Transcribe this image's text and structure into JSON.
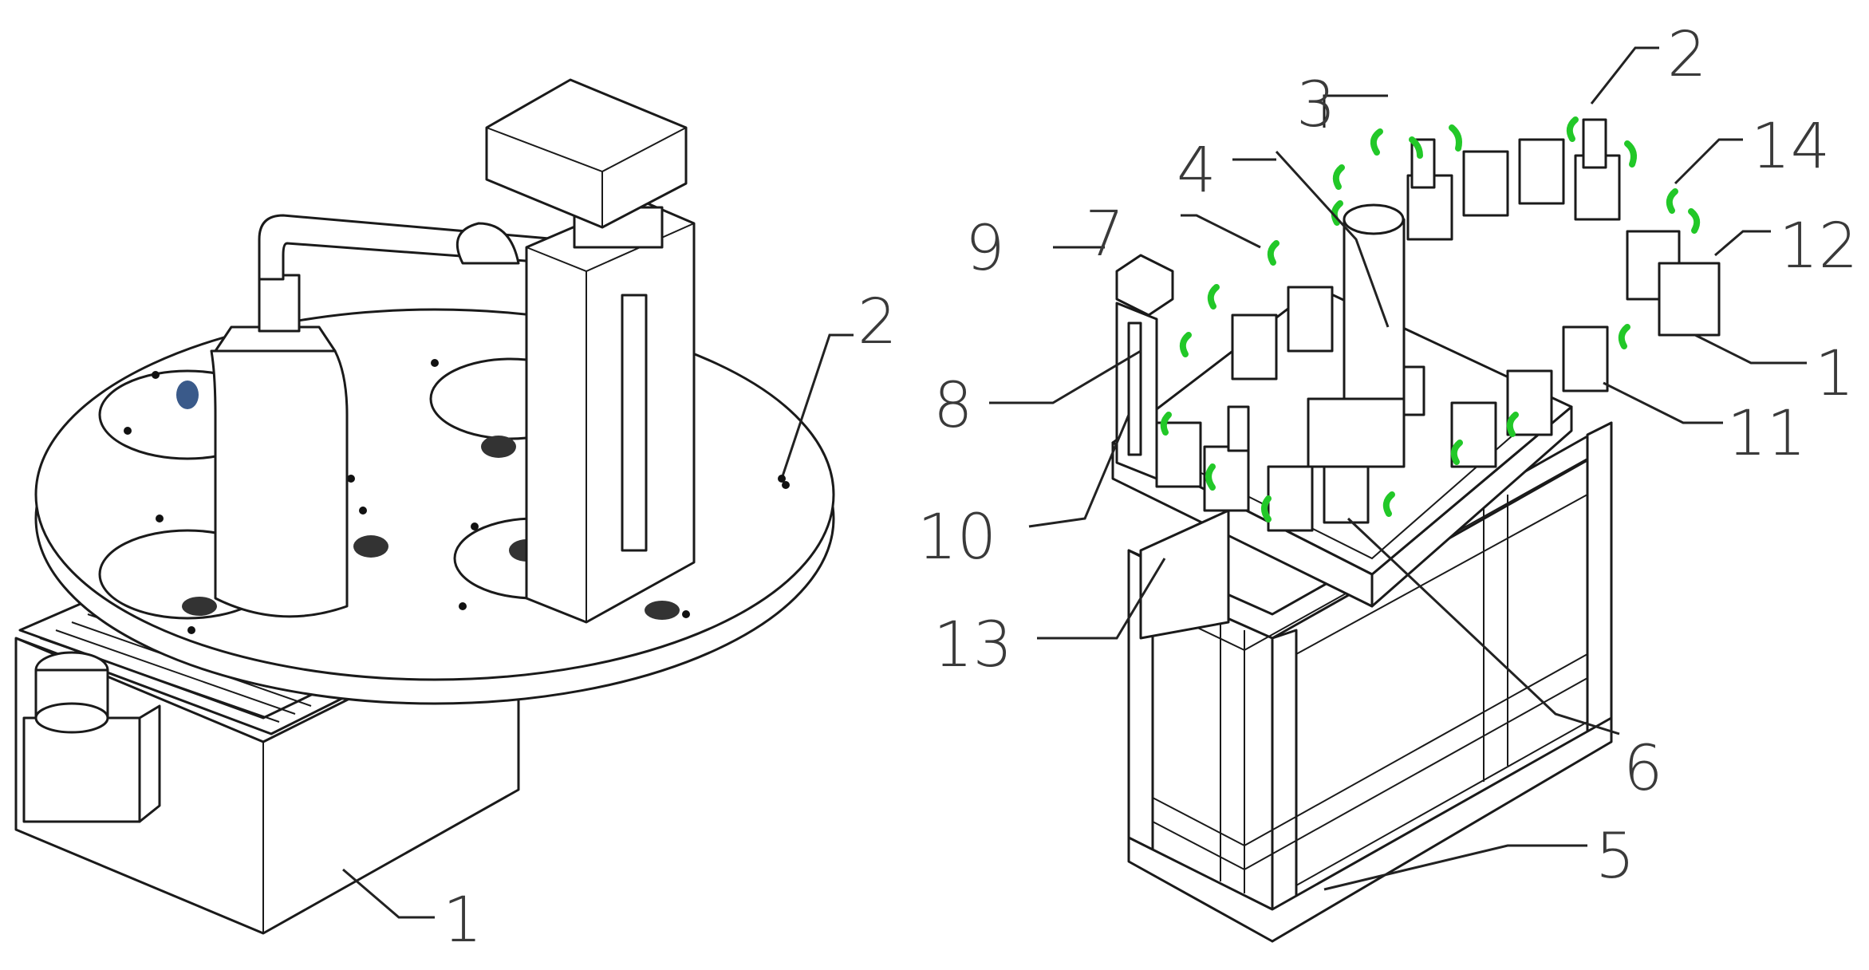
{
  "figure": {
    "left_labels": {
      "base": "1",
      "turntable": "2"
    },
    "right_labels": {
      "l1": "1",
      "l2": "2",
      "l3": "3",
      "l4": "4",
      "l5": "5",
      "l6": "6",
      "l7": "7",
      "l8": "8",
      "l9": "9",
      "l10": "10",
      "l11": "11",
      "l12": "12",
      "l13": "13",
      "l14": "14"
    },
    "accent_colors": {
      "clamp_green": "#22c828",
      "line": "#1a1a1a"
    }
  }
}
